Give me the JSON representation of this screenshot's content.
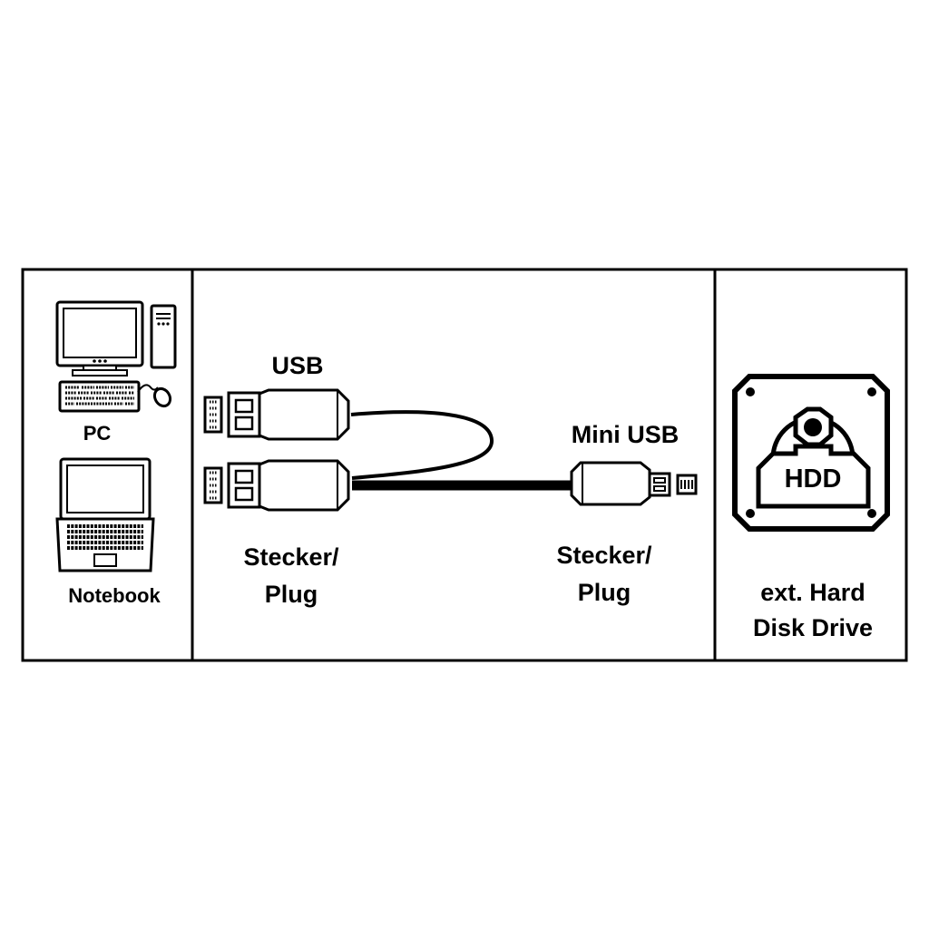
{
  "devices": {
    "pc_label": "PC",
    "notebook_label": "Notebook",
    "hdd_badge": "HDD",
    "hdd_label_line1": "ext. Hard",
    "hdd_label_line2": "Disk Drive"
  },
  "cable": {
    "usb_label": "USB",
    "mini_usb_label": "Mini USB",
    "left_plug_line1": "Stecker/",
    "left_plug_line2": "Plug",
    "right_plug_line1": "Stecker/",
    "right_plug_line2": "Plug"
  },
  "colors": {
    "ink": "#000000",
    "paper": "#ffffff"
  }
}
